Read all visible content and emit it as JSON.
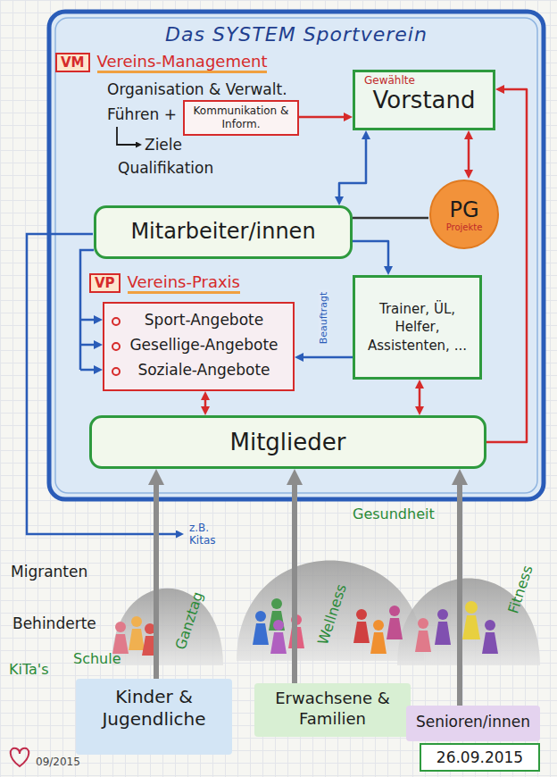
{
  "diagram": {
    "nodes": [
      {
        "text": [
          "Das SYSTEM Sportverein"
        ]
      },
      {
        "text": [
          "VM",
          "Vereins-Management"
        ],
        "in": 0
      },
      {
        "text": [
          "Kommunikation & Inform."
        ],
        "in": 0
      },
      {
        "text": [
          "Gewählte",
          "Vorstand"
        ],
        "in": 0
      },
      {
        "text": [
          "PG",
          "Projekte"
        ],
        "in": 0
      },
      {
        "text": [
          "Mitarbeiter/innen"
        ],
        "in": 0
      },
      {
        "text": [
          "VP",
          "Vereins-Praxis"
        ],
        "in": 0
      },
      {
        "text": [
          "Sport-Angebote",
          "Gesellige-Angebote",
          "Soziale-Angebote"
        ],
        "in": 0
      },
      {
        "text": [
          "Trainer, ÜL, Helfer, Assistenten, ..."
        ],
        "in": 0
      },
      {
        "text": [
          "Mitglieder"
        ],
        "in": 0
      },
      {
        "text": [
          "Kinder & Jugendliche"
        ]
      },
      {
        "text": [
          "Erwachsene & Familien"
        ]
      },
      {
        "text": [
          "Senioren/innen"
        ]
      },
      {
        "text": [
          "26.09.2015"
        ]
      }
    ],
    "edges": [
      {
        "from": 2,
        "to": 3,
        "arrow": "to"
      },
      {
        "from": 3,
        "to": 5,
        "arrow": "both"
      },
      {
        "from": 3,
        "to": 4,
        "arrow": "both"
      },
      {
        "from": 5,
        "to": 8,
        "arrow": "to"
      },
      {
        "from": 4,
        "to": 5,
        "arrow": "none"
      },
      {
        "from": 8,
        "to": 7,
        "label": "Beauftragt",
        "arrow": "to"
      },
      {
        "from": 8,
        "to": 9,
        "arrow": "both"
      },
      {
        "from": 9,
        "to": 7,
        "arrow": "both"
      },
      {
        "from": 9,
        "to": 3,
        "arrow": "to"
      },
      {
        "from": 10,
        "to": 9,
        "arrow": "to"
      },
      {
        "from": 11,
        "to": 9,
        "arrow": "to"
      },
      {
        "from": 12,
        "to": 9,
        "arrow": "to"
      }
    ],
    "labels": [
      "Organisation & Verwalt.",
      "Führen +",
      "Ziele",
      "Qualifikation",
      "Migranten",
      "Behinderte",
      "z.B. Kitas",
      "Gesundheit",
      "Ganztag",
      "Wellness",
      "Fitness",
      "KiTa's",
      "Schule",
      "09/2015"
    ]
  }
}
